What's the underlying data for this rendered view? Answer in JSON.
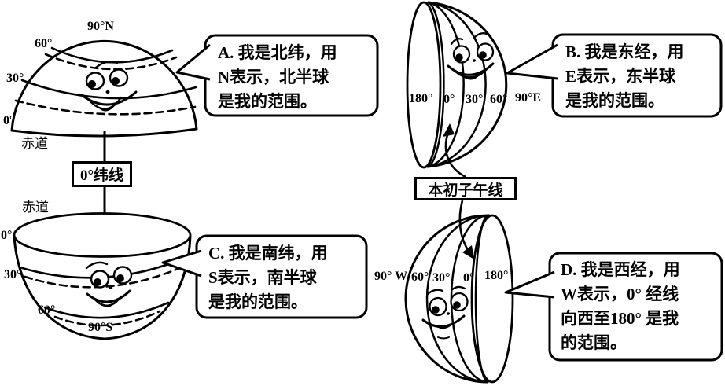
{
  "figure": {
    "ink_color": "#000000",
    "paper_color": "#ffffff"
  },
  "north_hemisphere": {
    "pole_label": "90°N",
    "lat60_label": "60°",
    "lat30_label": "30°",
    "lat0_label": "0°",
    "equator_label": "赤道"
  },
  "south_hemisphere": {
    "equator_label": "赤道",
    "lat0_label": "0°",
    "lat30_label": "30°",
    "lat60_label": "60°",
    "pole_label": "90°S"
  },
  "east_hemisphere": {
    "m180_label": "180°",
    "m0_label": "0°",
    "m30_label": "30°",
    "m60_label": "60°",
    "m90_label": "90°E"
  },
  "west_hemisphere": {
    "m90_label": "90° W",
    "m60_label": "60°",
    "m30_label": "30°",
    "m0_label": "0°",
    "m180_label": "180°"
  },
  "boxes": {
    "latitude_line": "0°纬线",
    "prime_meridian": "本初子午线"
  },
  "bubbles": {
    "a": {
      "lines": [
        "A. 我是北纬，用",
        "N表示，北半球",
        "是我的范围。"
      ]
    },
    "b": {
      "lines": [
        "B. 我是东经，用",
        "E表示，东半球",
        "是我的范围。"
      ]
    },
    "c": {
      "lines": [
        "C. 我是南纬，用",
        "S表示，南半球",
        "是我的范围。"
      ]
    },
    "d": {
      "lines": [
        "D. 我是西经，用",
        "W表示，0° 经线",
        "向西至180° 是我",
        "的范围。"
      ]
    }
  }
}
